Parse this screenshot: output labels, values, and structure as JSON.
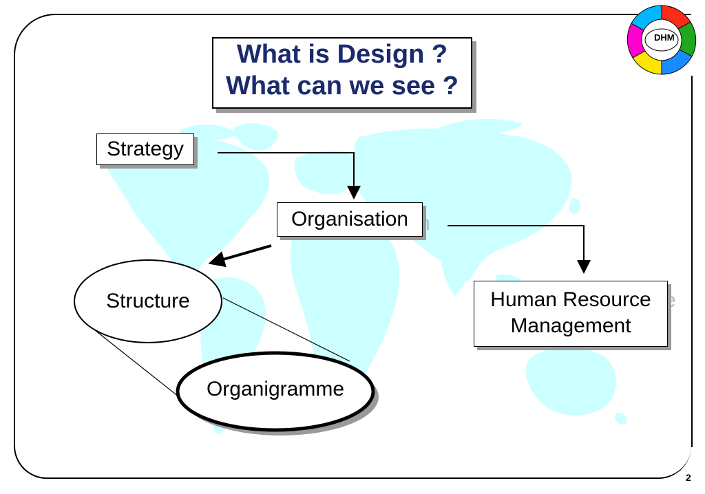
{
  "title": {
    "line1": "What is Design ?",
    "line2": "What can we see ?"
  },
  "logo": {
    "text": "DHM",
    "colors": [
      "#1fa81f",
      "#ff2a1a",
      "#ffe600",
      "#ff00cc",
      "#00b7ff",
      "#1a8cff"
    ]
  },
  "nodes": {
    "strategy": "Strategy",
    "organisation": "Organisation",
    "structure": "Structure",
    "organigramme": "Organigramme",
    "hrm_line1": "Human Resource",
    "hrm_line2": "Management"
  },
  "map_color": "#c8ffff",
  "page_number": "2"
}
